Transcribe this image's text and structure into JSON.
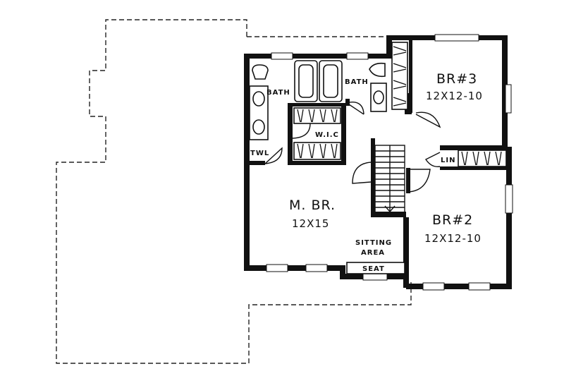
{
  "rooms": {
    "br3": {
      "name": "BR#3",
      "size": "12X12-10"
    },
    "br2": {
      "name": "BR#2",
      "size": "12X12-10"
    },
    "master": {
      "name": "M. BR.",
      "size": "12X15"
    }
  },
  "labels": {
    "bath_left": "BATH",
    "bath_right": "BATH",
    "wic": "W.I.C",
    "towel": "TWL",
    "linen": "LIN",
    "sitting_line1": "SITTING",
    "sitting_line2": "AREA",
    "seat": "SEAT"
  }
}
